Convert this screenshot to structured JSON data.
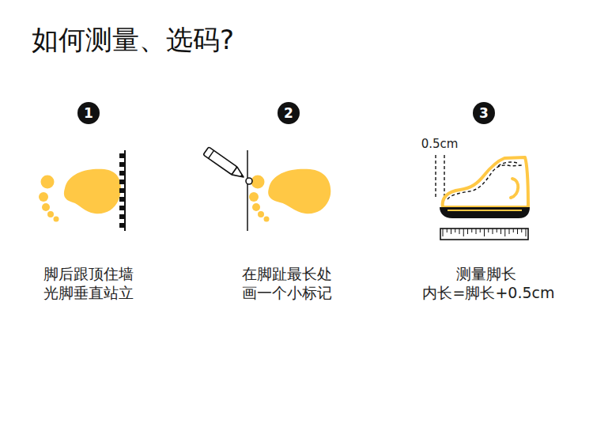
{
  "diagram": {
    "title": "如何测量、选码?",
    "nodes": [
      {
        "text": [
          "1"
        ]
      },
      {
        "text": [
          "2"
        ]
      },
      {
        "text": [
          "3"
        ]
      }
    ],
    "labels": [
      "0.5cm",
      "脚后跟顶住墙",
      "光脚垂直站立",
      "在脚趾最长处",
      "画一个小标记",
      "测量脚长",
      "内长=脚长+0.5cm"
    ]
  }
}
